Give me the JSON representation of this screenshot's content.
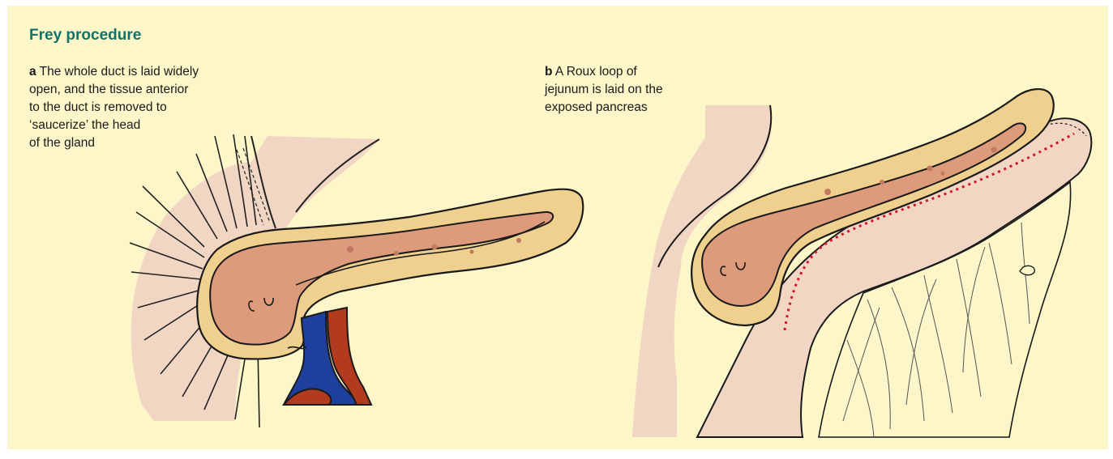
{
  "title": "Frey procedure",
  "panel_a": {
    "letter": "a",
    "lines": [
      "The whole duct is laid widely",
      "open, and the tissue anterior",
      "to the duct is removed to",
      "‘saucerize’ the head",
      "of the gland"
    ]
  },
  "panel_b": {
    "letter": "b",
    "lines": [
      "A Roux loop of",
      "jejunum is laid on the",
      "exposed pancreas"
    ]
  },
  "colors": {
    "background": "#fdf6c9",
    "title": "#10736a",
    "pancreas_outer": "#f0d08e",
    "duct_exposed": "#dd9b7c",
    "skin_tissue": "#f2d6c4",
    "vein": "#1f3f9c",
    "artery": "#b23a1e",
    "suture_dots": "#d0142c"
  }
}
